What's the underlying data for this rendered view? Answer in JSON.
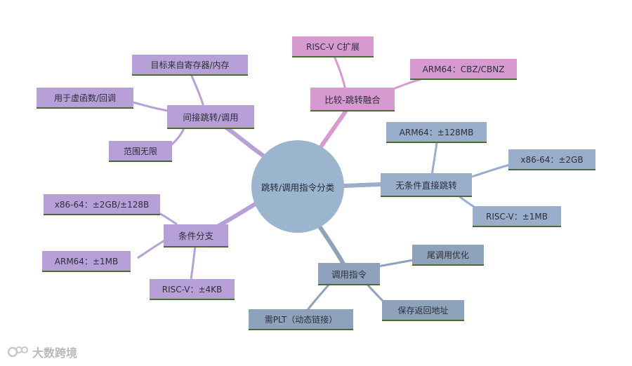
{
  "center": "跳转/调用指令分类",
  "branches": {
    "indirect": {
      "label": "间接跳转/调用",
      "children": [
        "目标来自寄存器/内存",
        "用于虚函数/回调",
        "范围无限"
      ]
    },
    "fused": {
      "label": "比较-跳转融合",
      "children": [
        "RISC-V C扩展",
        "ARM64：CBZ/CBNZ"
      ]
    },
    "direct": {
      "label": "无条件直接跳转",
      "children": [
        "ARM64：±128MB",
        "x86-64：±2GB",
        "RISC-V：±1MB"
      ]
    },
    "call": {
      "label": "调用指令",
      "children": [
        "尾调用优化",
        "保存返回地址",
        "需PLT（动态链接）"
      ]
    },
    "conditional": {
      "label": "条件分支",
      "children": [
        "x86-64：±2GB/±128B",
        "ARM64：±1MB",
        "RISC-V：±4KB"
      ]
    }
  },
  "colors": {
    "purple_node": "#b7a0d8",
    "pink_node": "#d79ad0",
    "blue_node": "#98aecb",
    "slate_node": "#8ea2bc",
    "center_fill": "#9bb5cf",
    "node_underline": "#4a6b2f"
  },
  "watermark": {
    "icon": "logo-mark-icon",
    "text": "大数跨境"
  }
}
